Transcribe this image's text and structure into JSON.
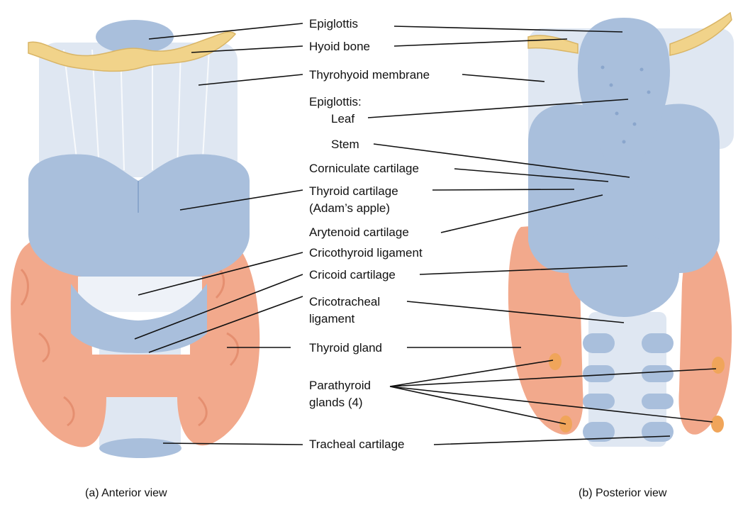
{
  "colors": {
    "cartilage": "#a9bfdc",
    "cartilage_dark": "#8aa6cc",
    "membrane": "#dfe7f2",
    "bone": "#f1d38a",
    "gland": "#f2a98c",
    "gland_dark": "#e58f70",
    "parathyroid": "#f0a55a"
  },
  "labels": {
    "epiglottis": "Epiglottis",
    "hyoid_bone": "Hyoid bone",
    "thyrohyoid_membrane": "Thyrohyoid membrane",
    "epiglottis_heading": "Epiglottis:",
    "leaf": "Leaf",
    "stem": "Stem",
    "corniculate": "Corniculate cartilage",
    "thyroid_cartilage_1": "Thyroid cartilage",
    "thyroid_cartilage_2": "(Adam’s apple)",
    "arytenoid": "Arytenoid cartilage",
    "cricothyroid": "Cricothyroid ligament",
    "cricoid": "Cricoid cartilage",
    "cricotracheal_1": "Cricotracheal",
    "cricotracheal_2": "ligament",
    "thyroid_gland": "Thyroid gland",
    "parathyroid_1": "Parathyroid",
    "parathyroid_2": "glands (4)",
    "tracheal": "Tracheal cartilage"
  },
  "captions": {
    "anterior": "(a) Anterior view",
    "posterior": "(b) Posterior view"
  }
}
